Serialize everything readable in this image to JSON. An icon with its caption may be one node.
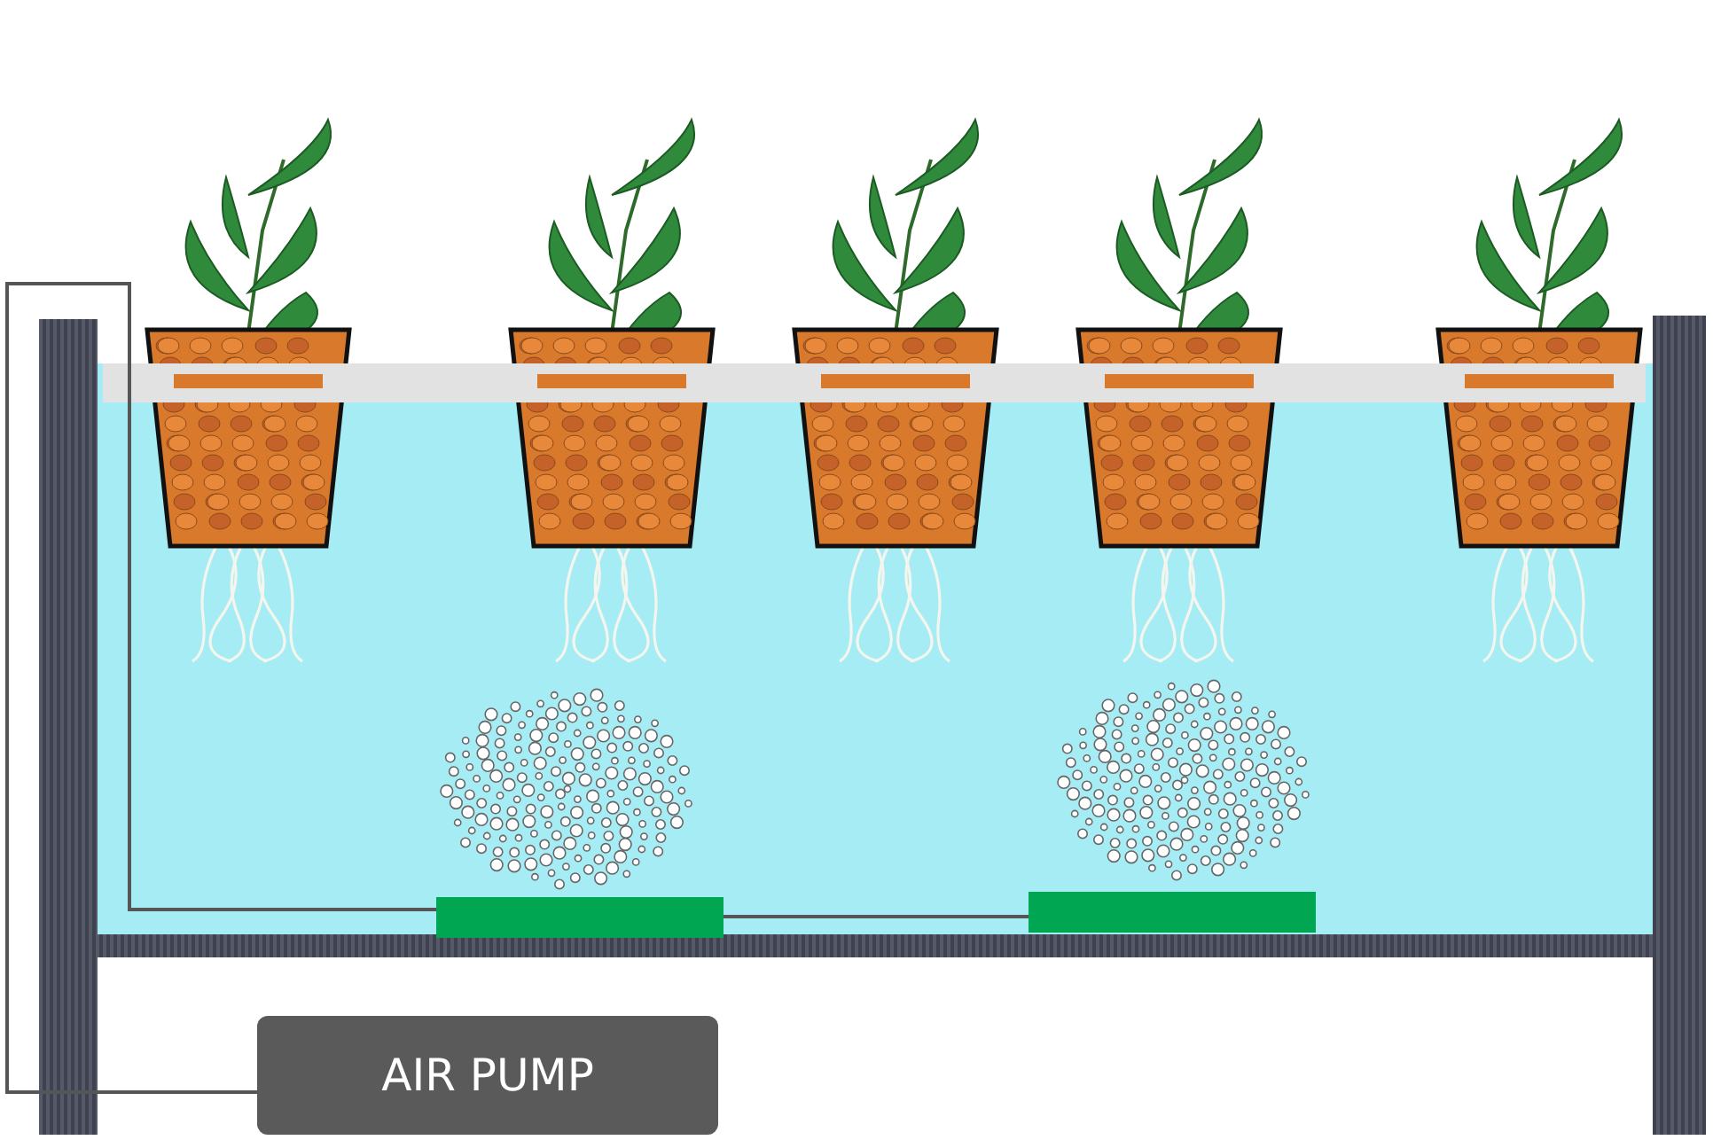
{
  "diagram": {
    "nodes": [
      {
        "text": [
          "AIR PUMP"
        ]
      },
      {
        "text": [],
        "shape": "bar"
      },
      {
        "text": [],
        "shape": "bar"
      }
    ],
    "edges": [
      {
        "from": 0,
        "to": 1,
        "arrow": "none"
      },
      {
        "from": 1,
        "to": 2,
        "arrow": "none"
      }
    ]
  }
}
